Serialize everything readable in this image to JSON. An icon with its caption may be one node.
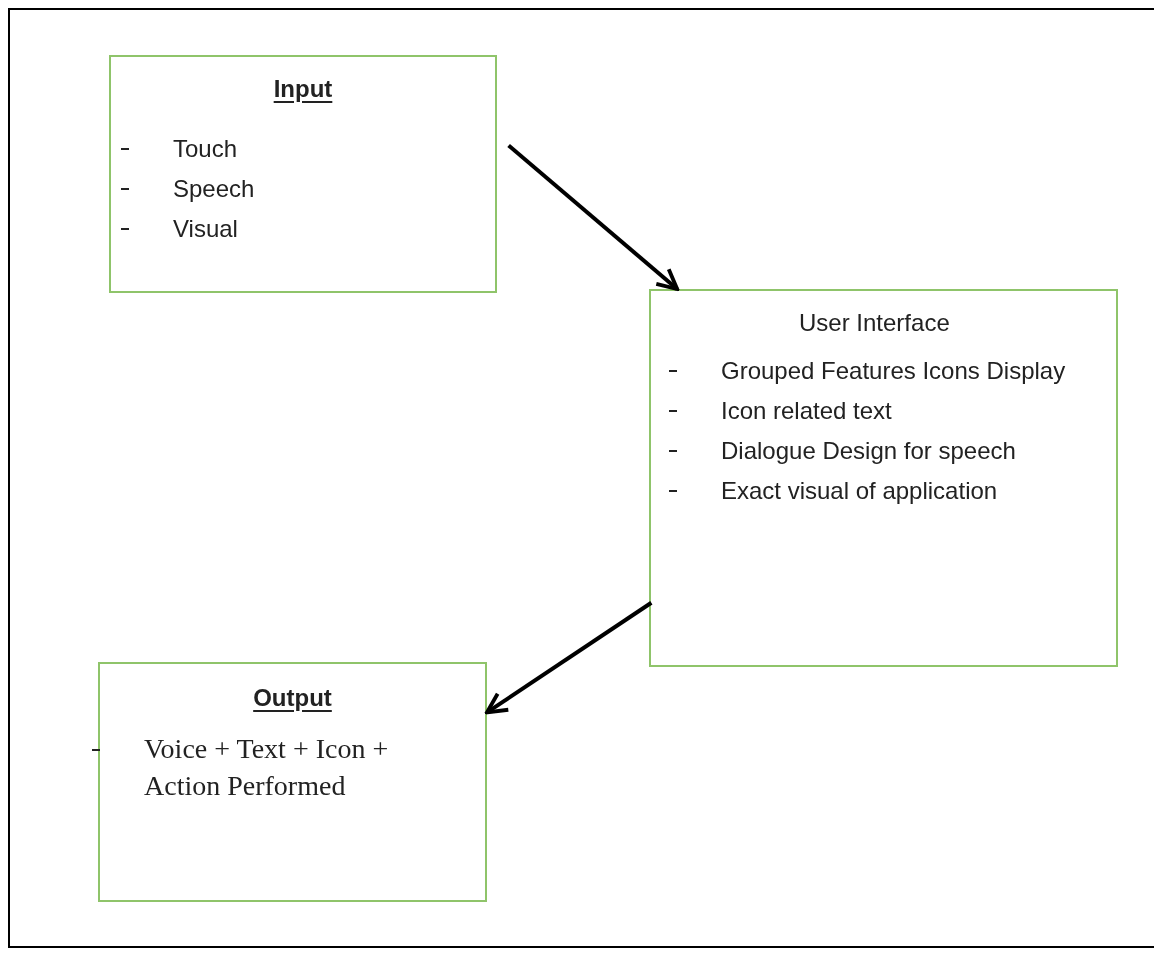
{
  "diagram": {
    "nodes": [
      {
        "text": [
          "Input",
          "Touch",
          "Speech",
          "Visual"
        ]
      },
      {
        "text": [
          "User Interface",
          "Grouped Features Icons Display",
          "Icon related text",
          "Dialogue Design for speech",
          "Exact visual of application"
        ]
      },
      {
        "text": [
          "Output",
          "Voice + Text + Icon + Action Performed"
        ]
      }
    ],
    "edges": [
      {
        "from": 0,
        "to": 1,
        "arrow": "to"
      },
      {
        "from": 1,
        "to": 2,
        "arrow": "to"
      }
    ]
  }
}
